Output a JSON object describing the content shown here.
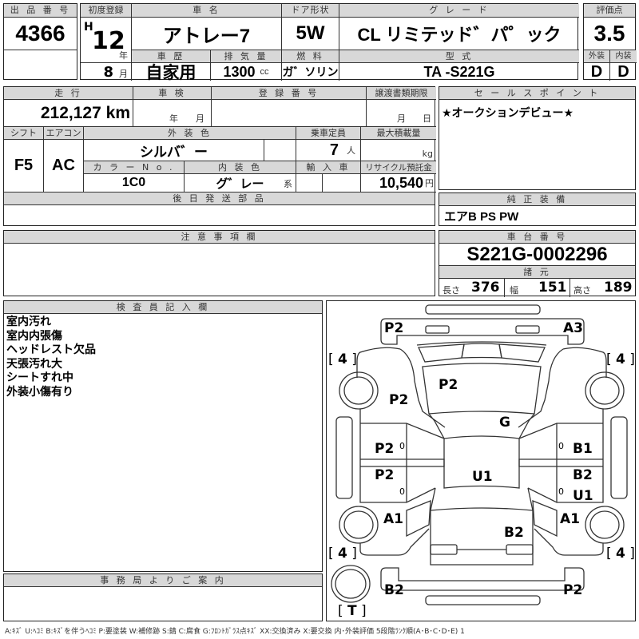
{
  "header": {
    "lot_no": {
      "label": "出 品 番 号",
      "value": "4366"
    },
    "first_reg": {
      "label": "初度登録",
      "era": "H",
      "year": "12",
      "year_unit": "年",
      "month": "8",
      "month_unit": "月"
    },
    "car_name": {
      "label": "車 名",
      "value": "アトレー7"
    },
    "door": {
      "label": "ドア形状",
      "value": "5W"
    },
    "grade": {
      "label": "グ レ ー ド",
      "value": "CL リミテッド゛パ゜ック"
    },
    "history": {
      "label": "車 歴",
      "value": "自家用"
    },
    "displacement": {
      "label": "排 気 量",
      "value": "1300",
      "unit": "cc"
    },
    "fuel": {
      "label": "燃 料",
      "value": "ガ゛ソリン"
    },
    "model": {
      "label": "型 式",
      "value": "TA -S221G"
    },
    "score": {
      "label": "評価点",
      "value": "3.5",
      "exterior_label": "外装",
      "exterior": "D",
      "interior_label": "内装",
      "interior": "D"
    }
  },
  "mid": {
    "mileage": {
      "label": "走 行",
      "value": "212,127",
      "unit": "km"
    },
    "inspection": {
      "label": "車 検",
      "year_unit": "年",
      "month_unit": "月"
    },
    "reg_no": {
      "label": "登 録 番 号"
    },
    "transfer": {
      "label": "譲渡書類期限",
      "month_unit": "月",
      "day_unit": "日"
    },
    "shift": {
      "label": "シフト",
      "value": "F5"
    },
    "aircon": {
      "label": "エアコン",
      "value": "AC"
    },
    "ext_color": {
      "label": "外 装 色",
      "value": "シルバ゛ー"
    },
    "capacity": {
      "label": "乗車定員",
      "value": "7",
      "unit": "人"
    },
    "max_load": {
      "label": "最大積載量",
      "unit": "kg"
    },
    "color_no": {
      "label": "カ ラ ー N o .",
      "value": "1C0"
    },
    "int_color": {
      "label": "内 装 色",
      "value": "グ゛レー",
      "suffix": "系"
    },
    "import": {
      "label": "輸 入 車"
    },
    "recycle": {
      "label": "リサイクル預託金",
      "value": "10,540",
      "unit": "円"
    },
    "later_parts": {
      "label": "後 日 発 送 部 品"
    }
  },
  "sales_point": {
    "label": "セ ー ル ス ポ イ ン ト",
    "value": "★オークションデビュー★"
  },
  "equipment": {
    "label": "純 正 装 備",
    "value": "エアB PS PW"
  },
  "caution": {
    "label": "注 意 事 項 欄"
  },
  "chassis": {
    "label": "車 台 番 号",
    "value": "S221G-0002296"
  },
  "specs": {
    "label": "諸 元",
    "length_label": "長さ",
    "length": "376",
    "width_label": "幅",
    "width": "151",
    "height_label": "高さ",
    "height": "189"
  },
  "inspector": {
    "label": "検 査 員 記 入 欄",
    "notes": [
      "室内汚れ",
      "室内内張傷",
      "ヘッドレスト欠品",
      "天張汚れ大",
      "シートすれ中",
      "外装小傷有り"
    ]
  },
  "office": {
    "label": "事 務 局 よ り ご 案 内"
  },
  "diagram": {
    "tire_tl": "4",
    "tire_tr": "4",
    "tire_bl": "4",
    "tire_br": "4",
    "spare": "T",
    "marks": {
      "front_bumper_left": "P2",
      "front_bumper_right": "A3",
      "hood": "P2",
      "left_fender": "P2",
      "windshield": "G",
      "left_front_door": "P2",
      "left_rear_door": "P2",
      "right_front_door": "B1",
      "right_rear_door": "B2",
      "right_rear_door_2": "U1",
      "roof": "U1",
      "left_quarter": "A1",
      "right_quarter": "A1",
      "back_door": "B2",
      "rear_bumper_left": "B2",
      "rear_bumper_right": "P2",
      "small_0": "0"
    }
  },
  "legend": "A:ｷｽﾞ U:ﾍｺﾐ B:ｷｽﾞを伴うﾍｺﾐ P:要塗装 W:補修跡 S:錆 C:腐食 G:ﾌﾛﾝﾄｶﾞﾗｽ点ｷｽﾞ XX:交換済み X:要交換  内･外装評価  5段階ﾗﾝｸ順(A･B･C･D･E) 1"
}
